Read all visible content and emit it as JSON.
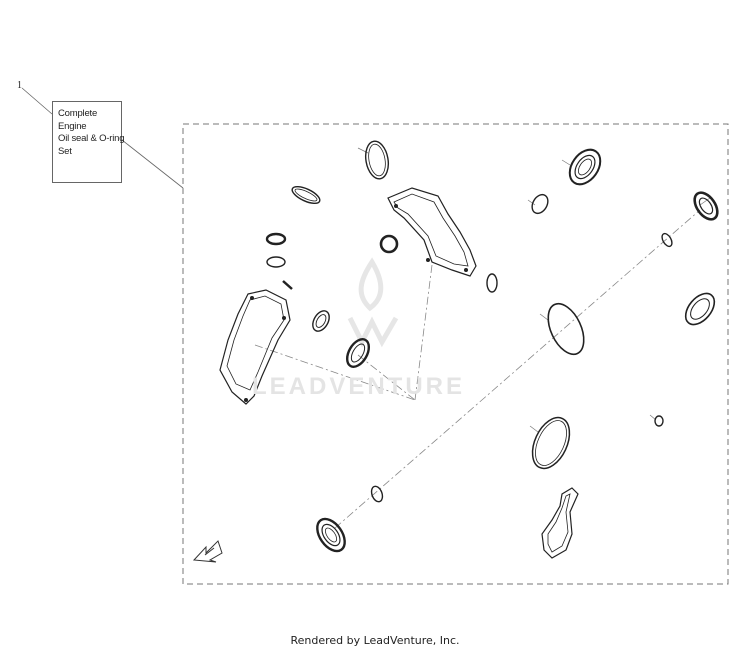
{
  "callout": {
    "number": "1"
  },
  "part_label": {
    "lines": [
      "Complete",
      "Engine",
      "Oil seal & O-ring",
      "Set"
    ]
  },
  "watermark": {
    "text": "LEADVENTURE"
  },
  "footer": {
    "text": "Rendered by LeadVenture, Inc."
  }
}
